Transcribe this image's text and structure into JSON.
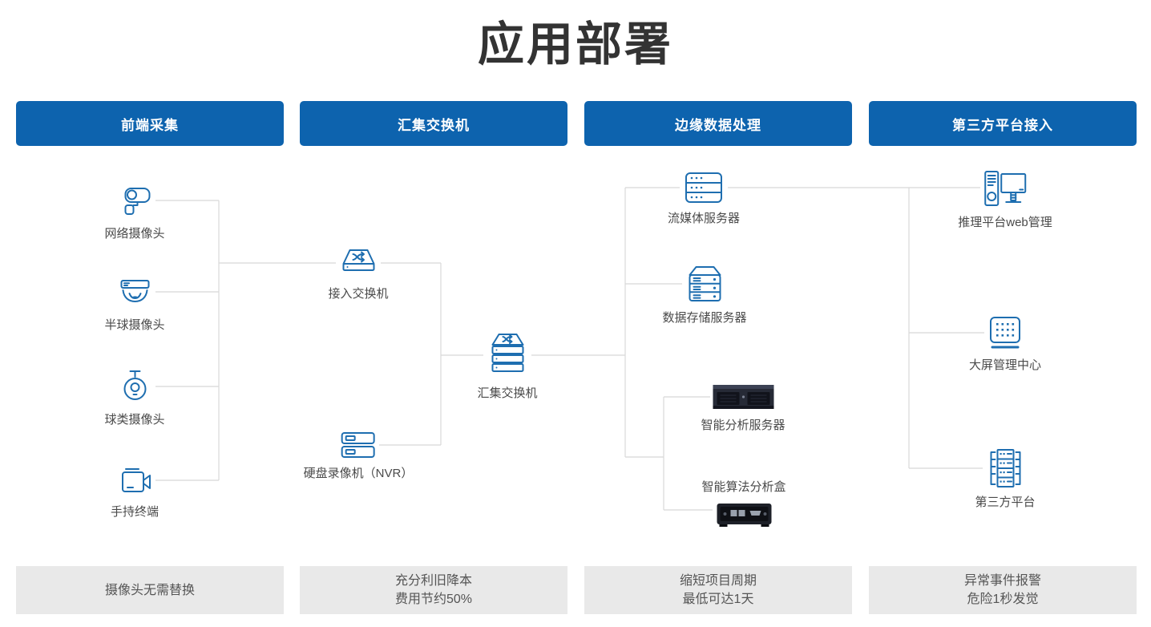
{
  "title": "应用部署",
  "colors": {
    "header_blue": "#0d63ae",
    "icon_blue": "#1e6eb0",
    "connector_gray": "#d8d8d8",
    "label_gray": "#4a4a4a",
    "footer_bg": "#e9e9e9",
    "title_color": "#333333"
  },
  "columns": [
    {
      "header": "前端采集",
      "footer": [
        "摄像头无需替换"
      ],
      "nodes": [
        {
          "label": "网络摄像头",
          "icon": "network-camera-icon"
        },
        {
          "label": "半球摄像头",
          "icon": "dome-camera-icon"
        },
        {
          "label": "球类摄像头",
          "icon": "ptz-camera-icon"
        },
        {
          "label": "手持终端",
          "icon": "handheld-terminal-icon"
        }
      ]
    },
    {
      "header": "汇集交换机",
      "footer": [
        "充分利旧降本",
        "费用节约50%"
      ],
      "nodes": [
        {
          "label": "接入交换机",
          "icon": "access-switch-icon"
        },
        {
          "label": "汇集交换机",
          "icon": "aggregation-switch-icon"
        },
        {
          "label": "硬盘录像机（NVR）",
          "icon": "nvr-icon"
        }
      ]
    },
    {
      "header": "边缘数据处理",
      "footer": [
        "缩短项目周期",
        "最低可达1天"
      ],
      "nodes": [
        {
          "label": "流媒体服务器",
          "icon": "streaming-server-icon"
        },
        {
          "label": "数据存储服务器",
          "icon": "storage-server-icon"
        },
        {
          "label": "智能分析服务器",
          "icon": "analysis-server-image"
        },
        {
          "label": "智能算法分析盒",
          "icon": "algorithm-box-image"
        }
      ]
    },
    {
      "header": "第三方平台接入",
      "footer": [
        "异常事件报警",
        "危险1秒发觉"
      ],
      "nodes": [
        {
          "label": "推理平台web管理",
          "icon": "web-management-icon"
        },
        {
          "label": "大屏管理中心",
          "icon": "big-screen-icon"
        },
        {
          "label": "第三方平台",
          "icon": "third-party-platform-icon"
        }
      ]
    }
  ]
}
